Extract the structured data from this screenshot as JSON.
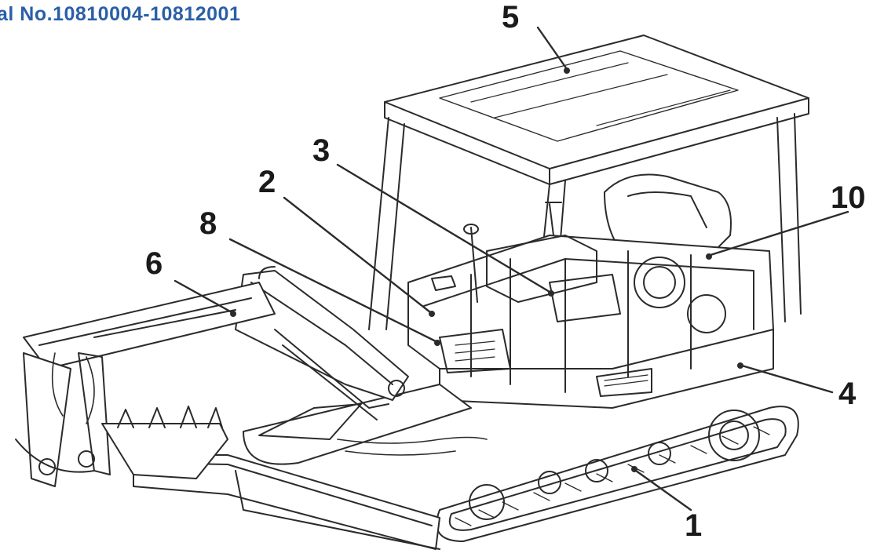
{
  "header": {
    "serial_text": "al No.10810004-10812001"
  },
  "callouts": {
    "c1": "1",
    "c2": "2",
    "c3": "3",
    "c4": "4",
    "c5": "5",
    "c6": "6",
    "c8": "8",
    "c10": "10"
  },
  "colors": {
    "header": "#2a5fa8",
    "line": "#2b2b2b"
  }
}
